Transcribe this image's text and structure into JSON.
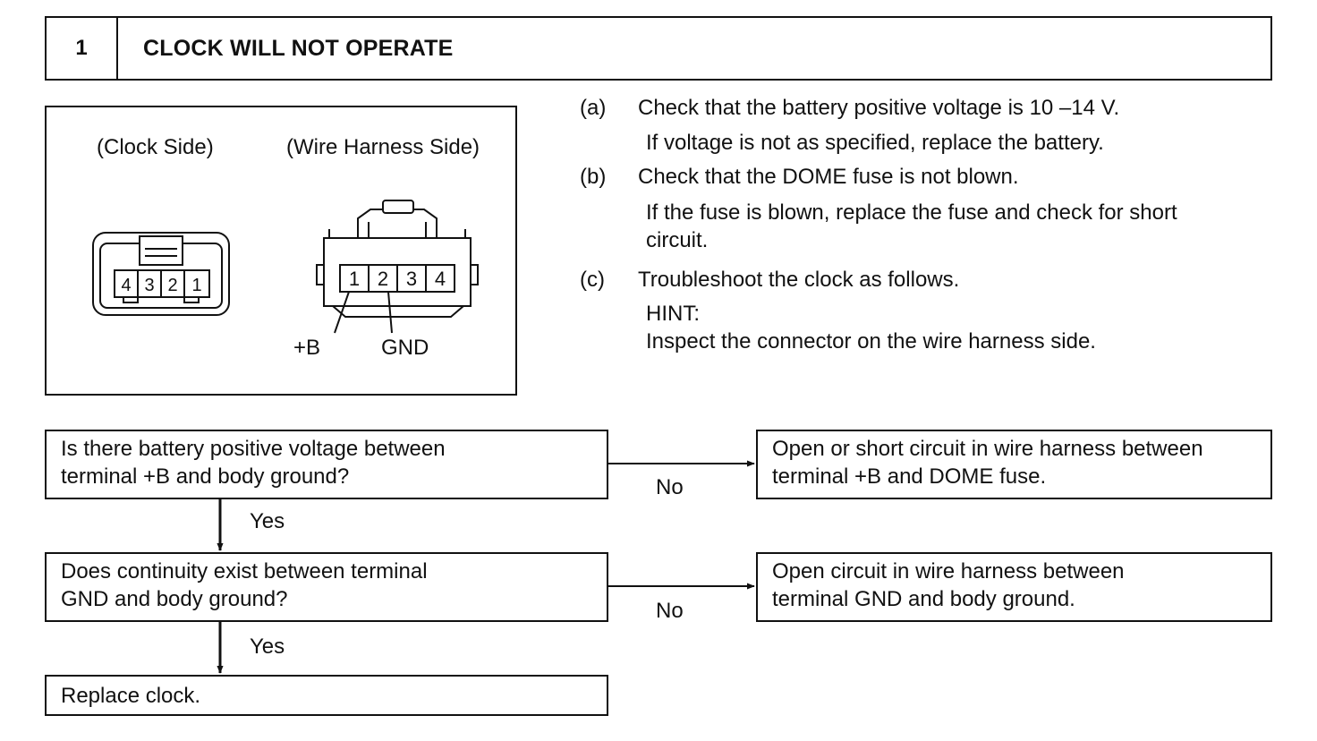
{
  "header": {
    "number": "1",
    "title": "CLOCK WILL NOT OPERATE"
  },
  "diagram": {
    "clock_side_label": "(Clock Side)",
    "harness_side_label": "(Wire Harness Side)",
    "clock_pins": [
      "4",
      "3",
      "2",
      "1"
    ],
    "harness_pins": [
      "1",
      "2",
      "3",
      "4"
    ],
    "plus_b_label": "+B",
    "gnd_label": "GND"
  },
  "steps": [
    {
      "letter": "(a)",
      "text": "Check that the battery positive voltage is 10 –14 V.",
      "sub": [
        "If voltage is not as specified, replace the battery."
      ]
    },
    {
      "letter": "(b)",
      "text": "Check that the DOME fuse is not blown.",
      "sub": [
        "If the fuse is blown, replace the fuse and check for short",
        "circuit."
      ]
    },
    {
      "letter": "(c)",
      "text": "Troubleshoot the clock as follows.",
      "sub": [
        "HINT:",
        "Inspect the connector on the wire harness side."
      ]
    }
  ],
  "flow": {
    "q1": [
      "Is there battery positive voltage between",
      "terminal +B and body ground?"
    ],
    "r1": [
      "Open or short circuit in wire harness between",
      "terminal +B and DOME fuse."
    ],
    "q2": [
      "Does continuity exist between terminal",
      "GND and body ground?"
    ],
    "r2": [
      "Open circuit in wire harness between",
      "terminal GND and body ground."
    ],
    "final": "Replace clock.",
    "no_label": "No",
    "yes_label": "Yes"
  }
}
